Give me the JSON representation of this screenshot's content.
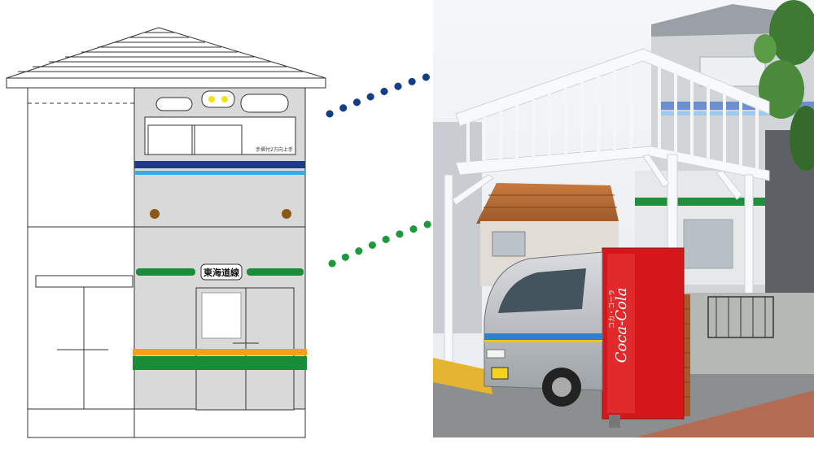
{
  "drawing": {
    "destination_sign": "手摺付2方向上手",
    "line_sign": "東海道線"
  },
  "photo": {
    "vending_brand": "Coca-Cola",
    "vending_brand_katakana": "コカ・コーラ"
  },
  "colors": {
    "body_gray": "#d9d9d9",
    "stripe_navy": "#1f3b85",
    "stripe_light_blue": "#37a9e3",
    "stripe_green": "#1a8c3a",
    "stripe_orange": "#f4a11a",
    "headlight_yellow": "#f6e21a",
    "marker_brown": "#8a5a14",
    "arrow_blue": "#123f87",
    "arrow_green": "#1e9a3c",
    "vending_red": "#d5161b",
    "brick": "#a65a2a"
  }
}
